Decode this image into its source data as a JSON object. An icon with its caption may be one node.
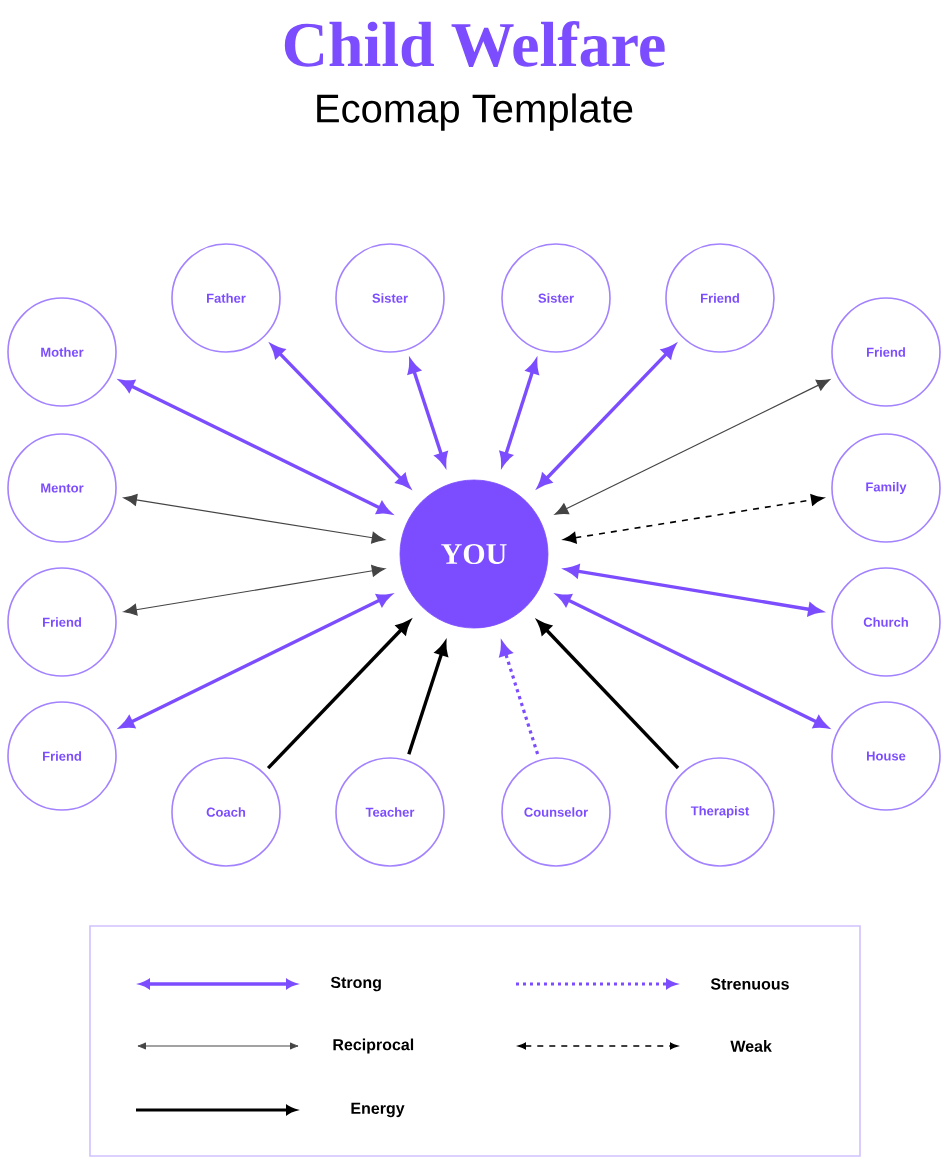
{
  "diagram": {
    "title": "Child Welfare",
    "nodes": [
      {
        "text": [
          "YOU"
        ]
      },
      {
        "text": [
          "Father"
        ]
      },
      {
        "text": [
          "Sister"
        ]
      },
      {
        "text": [
          "Sister"
        ]
      },
      {
        "text": [
          "Friend"
        ]
      },
      {
        "text": [
          "Mother"
        ]
      },
      {
        "text": [
          "Friend"
        ]
      },
      {
        "text": [
          "Mentor"
        ]
      },
      {
        "text": [
          "Family"
        ]
      },
      {
        "text": [
          "Friend"
        ]
      },
      {
        "text": [
          "Church"
        ]
      },
      {
        "text": [
          "Friend"
        ]
      },
      {
        "text": [
          "House"
        ]
      },
      {
        "text": [
          "Coach"
        ]
      },
      {
        "text": [
          "Teacher"
        ]
      },
      {
        "text": [
          "Counselor"
        ]
      },
      {
        "text": [
          "Therapist"
        ]
      }
    ],
    "edges": [
      {
        "from": 0,
        "to": 1,
        "arrow": "both"
      },
      {
        "from": 0,
        "to": 2,
        "arrow": "both"
      },
      {
        "from": 0,
        "to": 3,
        "arrow": "both"
      },
      {
        "from": 0,
        "to": 4,
        "arrow": "both"
      },
      {
        "from": 0,
        "to": 5,
        "arrow": "both"
      },
      {
        "from": 0,
        "to": 6,
        "arrow": "both",
        "color": "#444444"
      },
      {
        "from": 0,
        "to": 7,
        "arrow": "both",
        "color": "#444444"
      },
      {
        "from": 0,
        "to": 8,
        "arrow": "both",
        "style": "dashed",
        "color": "#000000"
      },
      {
        "from": 0,
        "to": 9,
        "arrow": "both",
        "color": "#444444"
      },
      {
        "from": 0,
        "to": 10,
        "arrow": "both"
      },
      {
        "from": 0,
        "to": 11,
        "arrow": "both"
      },
      {
        "from": 0,
        "to": 12,
        "arrow": "both"
      },
      {
        "from": 13,
        "to": 0,
        "arrow": "to",
        "color": "#000000"
      },
      {
        "from": 14,
        "to": 0,
        "arrow": "to",
        "color": "#000000"
      },
      {
        "from": 15,
        "to": 0,
        "arrow": "to",
        "style": "dashed"
      },
      {
        "from": 16,
        "to": 0,
        "arrow": "to",
        "color": "#000000"
      }
    ],
    "labels": [
      "Ecomap Template"
    ],
    "legend": [
      {
        "text": "Strong"
      },
      {
        "text": "Strenuous"
      },
      {
        "text": "Reciprocal"
      },
      {
        "text": "Weak"
      },
      {
        "text": "Energy"
      }
    ]
  }
}
